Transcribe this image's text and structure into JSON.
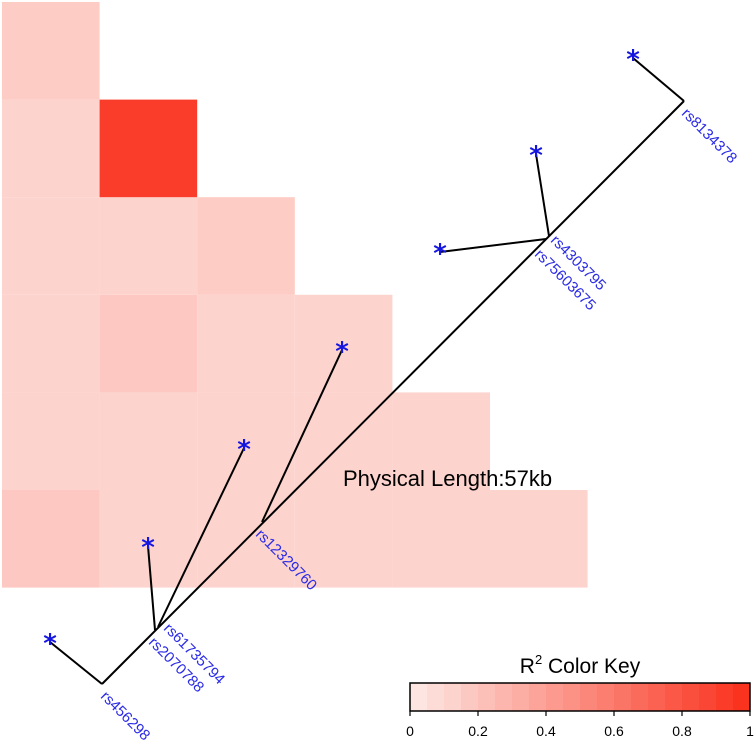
{
  "chart_data": {
    "type": "heatmap",
    "snps": [
      "rs456298",
      "rs2070788",
      "rs61735794",
      "rs12329760",
      "rs75603675",
      "rs4303795",
      "rs8134378"
    ],
    "r2_matrix": [
      [
        0.18,
        0.12,
        0.12,
        0.12,
        0.12,
        0.12
      ],
      [
        0.12,
        0.12,
        0.12,
        0.12,
        0.12
      ],
      [
        0.12,
        0.18,
        0.12,
        0.12
      ],
      [
        0.12,
        0.12,
        0.16
      ],
      [
        0.12,
        0.92
      ],
      [
        0.16
      ]
    ],
    "annotation": "Physical Length:57kb",
    "color_key": {
      "title": "R",
      "superscript": "2",
      "title_suffix": " Color Key",
      "ticks": [
        "0",
        "0.2",
        "0.4",
        "0.6",
        "0.8",
        "1"
      ],
      "range": [
        0,
        1
      ],
      "low_color": "#fdeae6",
      "high_color": "#fa2e1a"
    },
    "marker_symbol": "*",
    "label_color": "#2a2ae6",
    "marker_color": "#1515e0"
  }
}
